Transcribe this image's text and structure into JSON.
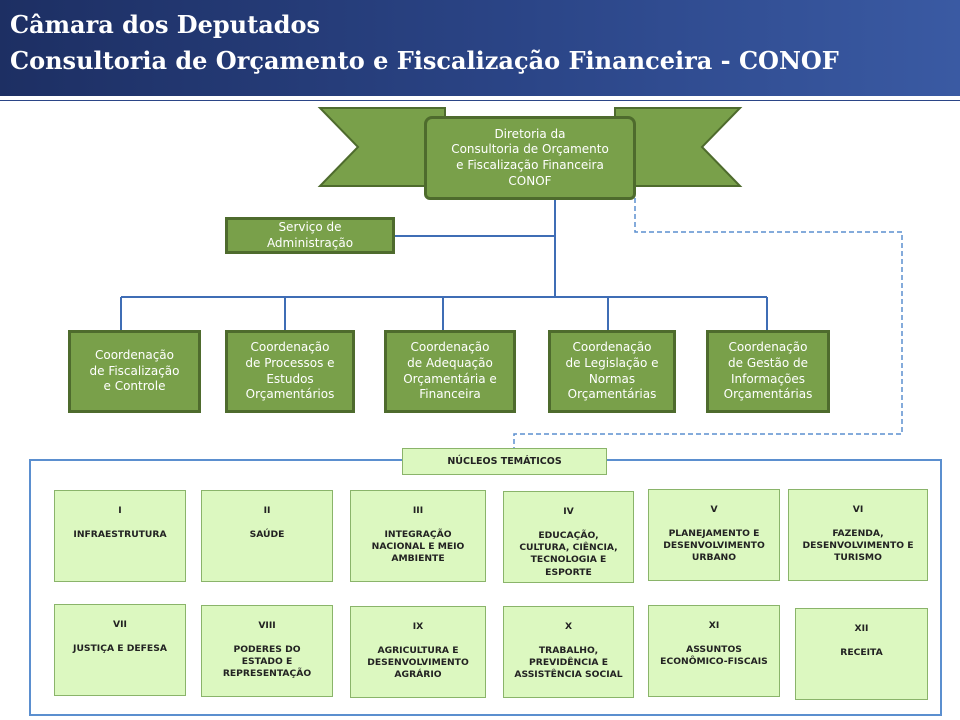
{
  "header": {
    "line1": "Câmara dos Deputados",
    "line2": "Consultoria de Orçamento e Fiscalização Financeira - CONOF"
  },
  "colors": {
    "header_bg": "#2b4587",
    "box_fill": "#79a04a",
    "box_border": "#4e6b2d",
    "nucleus_fill": "#dcf8c0",
    "connector": "#3f6db5"
  },
  "org": {
    "directorate": "Diretoria  da\nConsultoria de Orçamento\ne Fiscalização Financeira\nCONOF",
    "service": "Serviço de\nAdministração",
    "coordinations": [
      "Coordenação\nde Fiscalização\ne Controle",
      "Coordenação\nde Processos e\nEstudos\nOrçamentários",
      "Coordenação\nde Adequação\nOrçamentária e\nFinanceira",
      "Coordenação\nde Legislação e\nNormas\nOrçamentárias",
      "Coordenação\nde Gestão de\nInformações\nOrçamentárias"
    ]
  },
  "nuclei": {
    "title": "NÚCLEOS TEMÁTICOS",
    "items": [
      {
        "num": "I",
        "name": "INFRAESTRUTURA"
      },
      {
        "num": "II",
        "name": "SAÚDE"
      },
      {
        "num": "III",
        "name": "INTEGRAÇÃO\nNACIONAL E MEIO\nAMBIENTE"
      },
      {
        "num": "IV",
        "name": "EDUCAÇÃO,\nCULTURA, CIÊNCIA,\nTECNOLOGIA E\nESPORTE"
      },
      {
        "num": "V",
        "name": "PLANEJAMENTO E\nDESENVOLVIMENTO\nURBANO"
      },
      {
        "num": "VI",
        "name": "FAZENDA,\nDESENVOLVIMENTO E\nTURISMO"
      },
      {
        "num": "VII",
        "name": "JUSTIÇA E DEFESA"
      },
      {
        "num": "VIII",
        "name": "PODERES DO\nESTADO E\nREPRESENTAÇÃO"
      },
      {
        "num": "IX",
        "name": "AGRICULTURA E\nDESENVOLVIMENTO\nAGRÁRIO"
      },
      {
        "num": "X",
        "name": "TRABALHO,\nPREVIDÊNCIA E\nASSISTÊNCIA SOCIAL"
      },
      {
        "num": "XI",
        "name": "ASSUNTOS\nECONÔMICO-FISCAIS"
      },
      {
        "num": "XII",
        "name": "RECEITA"
      }
    ]
  }
}
